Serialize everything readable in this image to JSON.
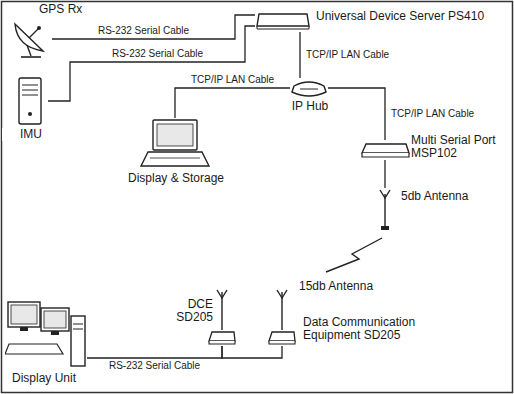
{
  "diagram": {
    "nodes": [
      {
        "text": [
          "GPS Rx"
        ]
      },
      {
        "text": [
          "IMU"
        ]
      },
      {
        "text": [
          "Universal Device Server PS410"
        ]
      },
      {
        "text": [
          "IP Hub"
        ]
      },
      {
        "text": [
          "Display & Storage"
        ]
      },
      {
        "text": [
          "Multi Serial Port MSP102"
        ]
      },
      {
        "text": [
          "5db Antenna"
        ]
      },
      {
        "text": [
          "Display Unit"
        ]
      },
      {
        "text": [
          "DCE SD205"
        ]
      },
      {
        "text": [
          "Data Communication Equipment SD205"
        ]
      }
    ],
    "edges": [
      {
        "from": 0,
        "to": 2,
        "label": "RS-232 Serial Cable",
        "arrow": "none"
      },
      {
        "from": 1,
        "to": 2,
        "label": "RS-232 Serial Cable",
        "arrow": "none"
      },
      {
        "from": 2,
        "to": 3,
        "label": "TCP/IP LAN Cable",
        "arrow": "none"
      },
      {
        "from": 3,
        "to": 4,
        "label": "TCP/IP LAN Cable",
        "arrow": "none"
      },
      {
        "from": 3,
        "to": 5,
        "label": "TCP/IP LAN Cable",
        "arrow": "none"
      },
      {
        "from": 5,
        "to": 6,
        "arrow": "none"
      },
      {
        "from": 7,
        "to": 8,
        "label": "RS-232 Serial Cable",
        "arrow": "none"
      },
      {
        "from": 8,
        "to": 9,
        "arrow": "none"
      }
    ],
    "labels": [
      "15db Antenna"
    ]
  }
}
